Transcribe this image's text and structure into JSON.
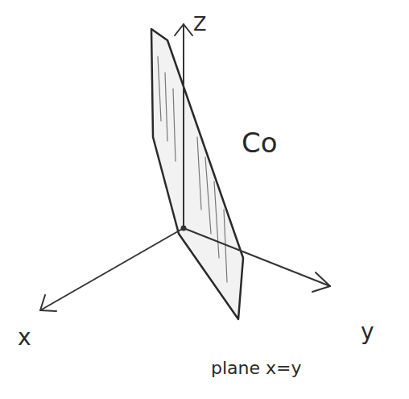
{
  "diagram": {
    "labels": [
      "Z",
      "x",
      "y",
      "plane x=y",
      "Co"
    ]
  }
}
